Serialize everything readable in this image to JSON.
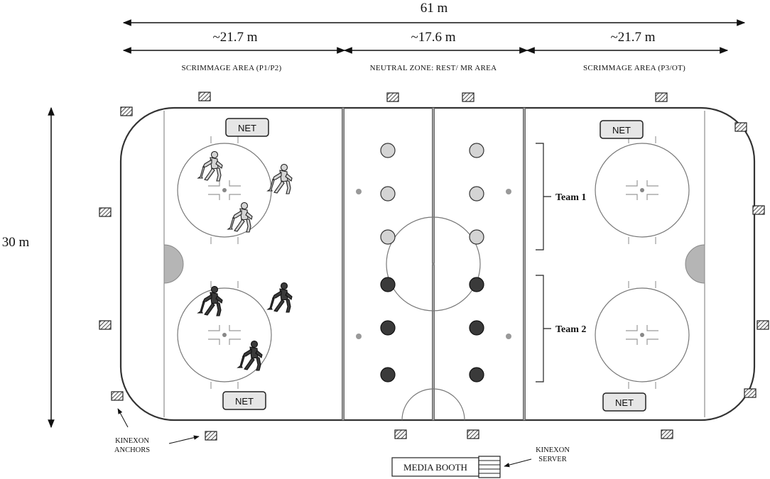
{
  "dimensions": {
    "total_length": "61 m",
    "left_zone": "~21.7 m",
    "middle_zone": "~17.6 m",
    "right_zone": "~21.7 m",
    "width": "30 m"
  },
  "zones": {
    "left": "SCRIMMAGE AREA (P1/P2)",
    "middle": "NEUTRAL ZONE: REST/ MR AREA",
    "right": "SCRIMMAGE AREA (P3/OT)"
  },
  "net_label": "NET",
  "teams": {
    "team1": "Team 1",
    "team2": "Team 2"
  },
  "anchors_label": [
    "KINEXON",
    "ANCHORS"
  ],
  "server_label": [
    "KINEXON",
    "SERVER"
  ],
  "media_booth": "MEDIA BOOTH",
  "colors": {
    "team1": "#d4d4d4",
    "team2": "#3a3a3a",
    "line": "#555555",
    "crease": "#b5b5b5"
  }
}
